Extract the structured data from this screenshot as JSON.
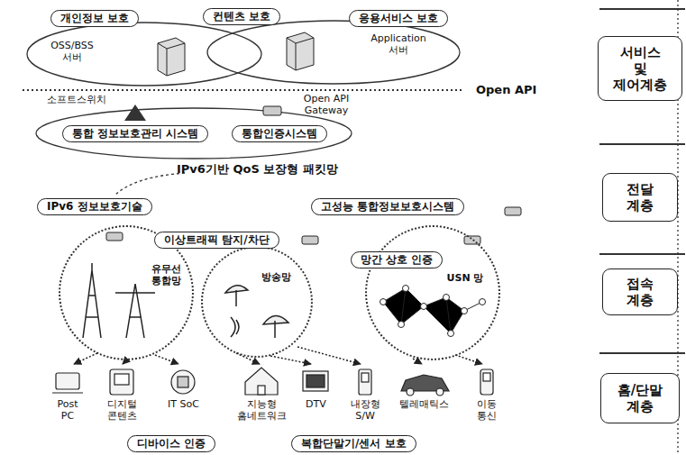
{
  "diagram": {
    "nodes": [
      {
        "text": [
          "개인정보 보호"
        ]
      },
      {
        "text": [
          "컨텐츠 보호"
        ]
      },
      {
        "text": [
          "응용서비스 보호"
        ]
      },
      {
        "text": [
          "서비스 및 제어계층"
        ]
      },
      {
        "text": [
          "통합 정보보호관리 시스템"
        ]
      },
      {
        "text": [
          "통합인증시스템"
        ]
      },
      {
        "text": [
          "IPv6 정보보호기술"
        ]
      },
      {
        "text": [
          "고성능 통합정보보호시스템"
        ]
      },
      {
        "text": [
          "전달 계층"
        ]
      },
      {
        "text": [
          "이상트래픽 탐지/차단"
        ]
      },
      {
        "text": [
          "유무선 통합망"
        ]
      },
      {
        "text": [
          "방송망"
        ]
      },
      {
        "text": [
          "망간 상호 인증"
        ]
      },
      {
        "text": [
          "USN 망"
        ]
      },
      {
        "text": [
          "접속 계층"
        ]
      },
      {
        "text": [
          "디바이스 인증"
        ]
      },
      {
        "text": [
          "복합단말기/센서 보호"
        ]
      },
      {
        "text": [
          "홈/단말 계층"
        ]
      }
    ],
    "labels": [
      "OSS/BSS 서버",
      "Application 서버",
      "Open API",
      "소프트스위치",
      "Open API Gateway",
      "IPv6기반 QoS 보장형 패킷망",
      "Post PC",
      "디지털 콘텐츠",
      "IT SoC",
      "지능형 홈네트워크",
      "DTV",
      "내장형 S/W",
      "텔레매틱스",
      "이동 통신"
    ]
  }
}
